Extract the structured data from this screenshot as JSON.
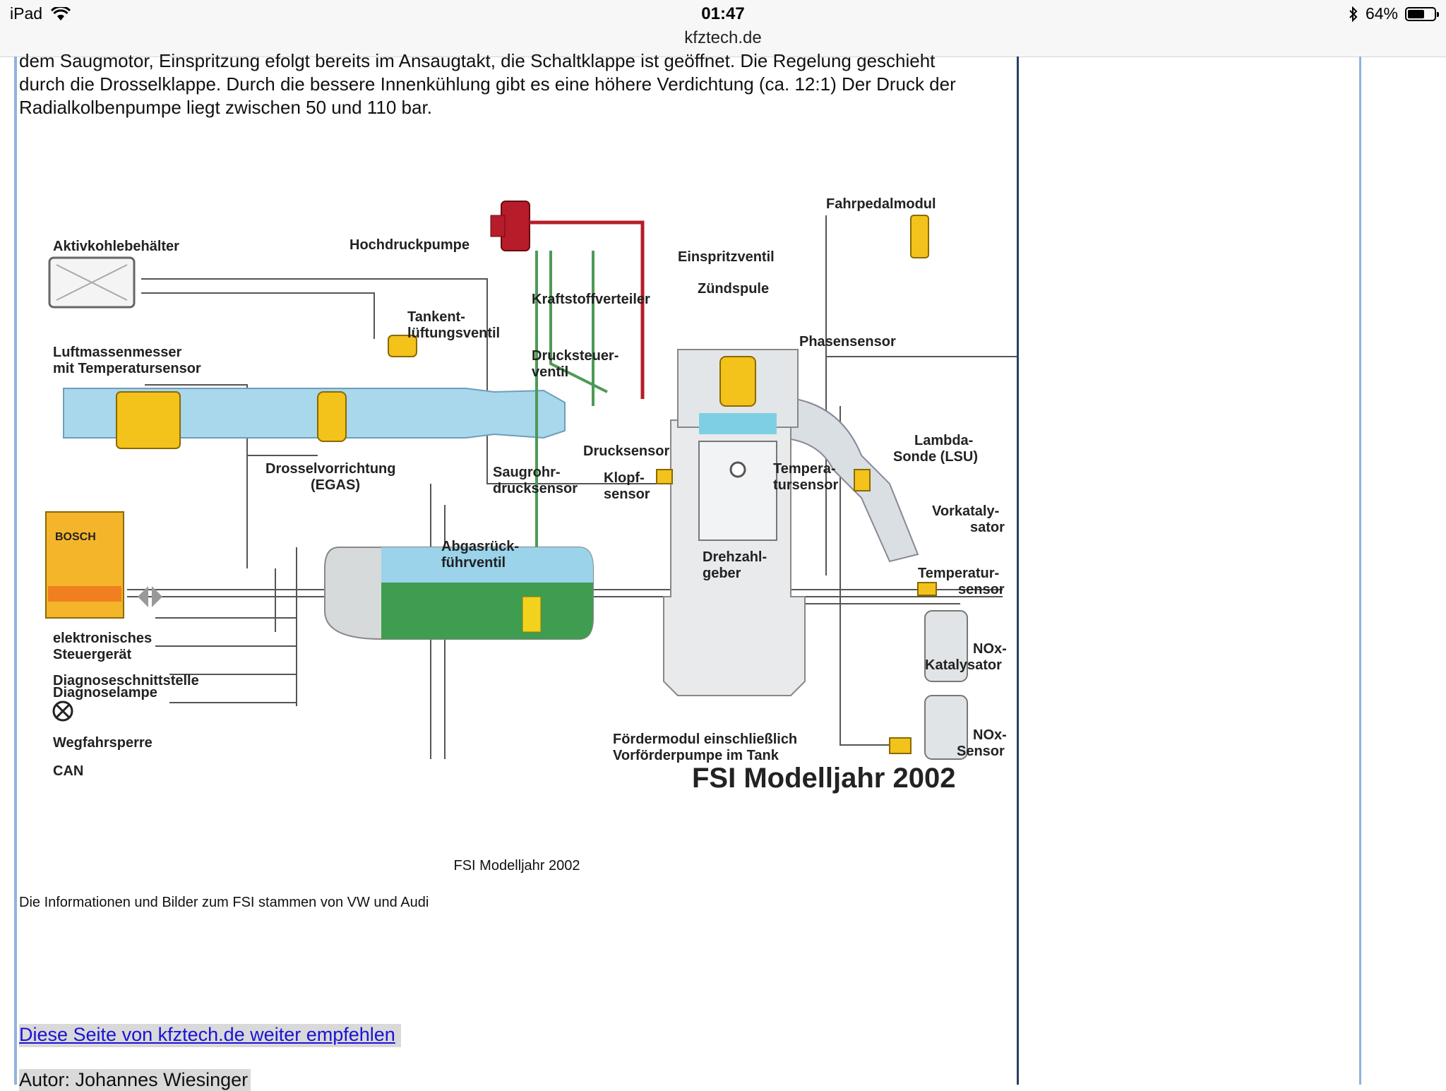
{
  "status_bar": {
    "device": "iPad",
    "time": "01:47",
    "url": "kfztech.de",
    "battery": "64%",
    "battery_level": 0.64,
    "icons": [
      "wifi-icon",
      "bluetooth-icon",
      "battery-icon"
    ]
  },
  "article": {
    "paragraph_lines": [
      "dem Saugmotor, Einspritzung efolgt bereits im Ansaugtakt, die Schaltklappe ist geöffnet. Die Regelung geschieht",
      "durch die Drosselklappe. Durch die bessere Innenkühlung gibt es eine höhere Verdichtung (ca. 12:1) Der Druck der",
      "Radialkolbenpumpe liegt zwischen 50 und 110 bar."
    ]
  },
  "diagram": {
    "labels": {
      "fahrpedal": "Fahrpedalmodul",
      "aktivkohle": "Aktivkohlebehälter",
      "hochdruck": "Hochdruckpumpe",
      "einspritz": "Einspritzventil",
      "kraftstoff": "Kraftstoffverteiler",
      "zuend": "Zündspule",
      "tank1": "Tankent-",
      "tank2": "lüftungsventil",
      "phasen": "Phasensensor",
      "luft1": "Luftmassenmesser",
      "luft2": "mit Temperatursensor",
      "druckst1": "Drucksteuer-",
      "druckst2": "ventil",
      "lambda1": "Lambda-",
      "lambda2": "Sonde (LSU)",
      "drucks": "Drucksensor",
      "drossel1": "Drosselvorrichtung",
      "drossel2": "(EGAS)",
      "saug1": "Saugrohr-",
      "saug2": "drucksensor",
      "klopf1": "Klopf-",
      "klopf2": "sensor",
      "temp1": "Tempera-",
      "temp2": "tursensor",
      "vork1": "Vorkataly-",
      "vork2": "sator",
      "bosch": "BOSCH",
      "abgas1": "Abgasrück-",
      "abgas2": "führventil",
      "drehz1": "Drehzahl-",
      "drehz2": "geber",
      "tempsens1": "Temperatur-",
      "tempsens2": "sensor",
      "steuer1": "elektronisches",
      "steuer2": "Steuergerät",
      "nox1a": "NOx-",
      "nox1b": "Katalysator",
      "diag_s": "Diagnoseschnittstelle",
      "diag_l": "Diagnoselampe",
      "nox2a": "NOx-",
      "nox2b": "Sensor",
      "foerder1": "Fördermodul einschließlich",
      "foerder2": "Vorförderpumpe im Tank",
      "weg": "Wegfahrsperre",
      "can": "CAN",
      "big_title": "FSI Modelljahr 2002"
    }
  },
  "caption": "FSI Modelljahr 2002",
  "credit": "Die Informationen und Bilder zum FSI stammen von VW und Audi",
  "recommend_link": "Diese Seite von kfztech.de weiter empfehlen",
  "author": "Autor: Johannes Wiesinger"
}
